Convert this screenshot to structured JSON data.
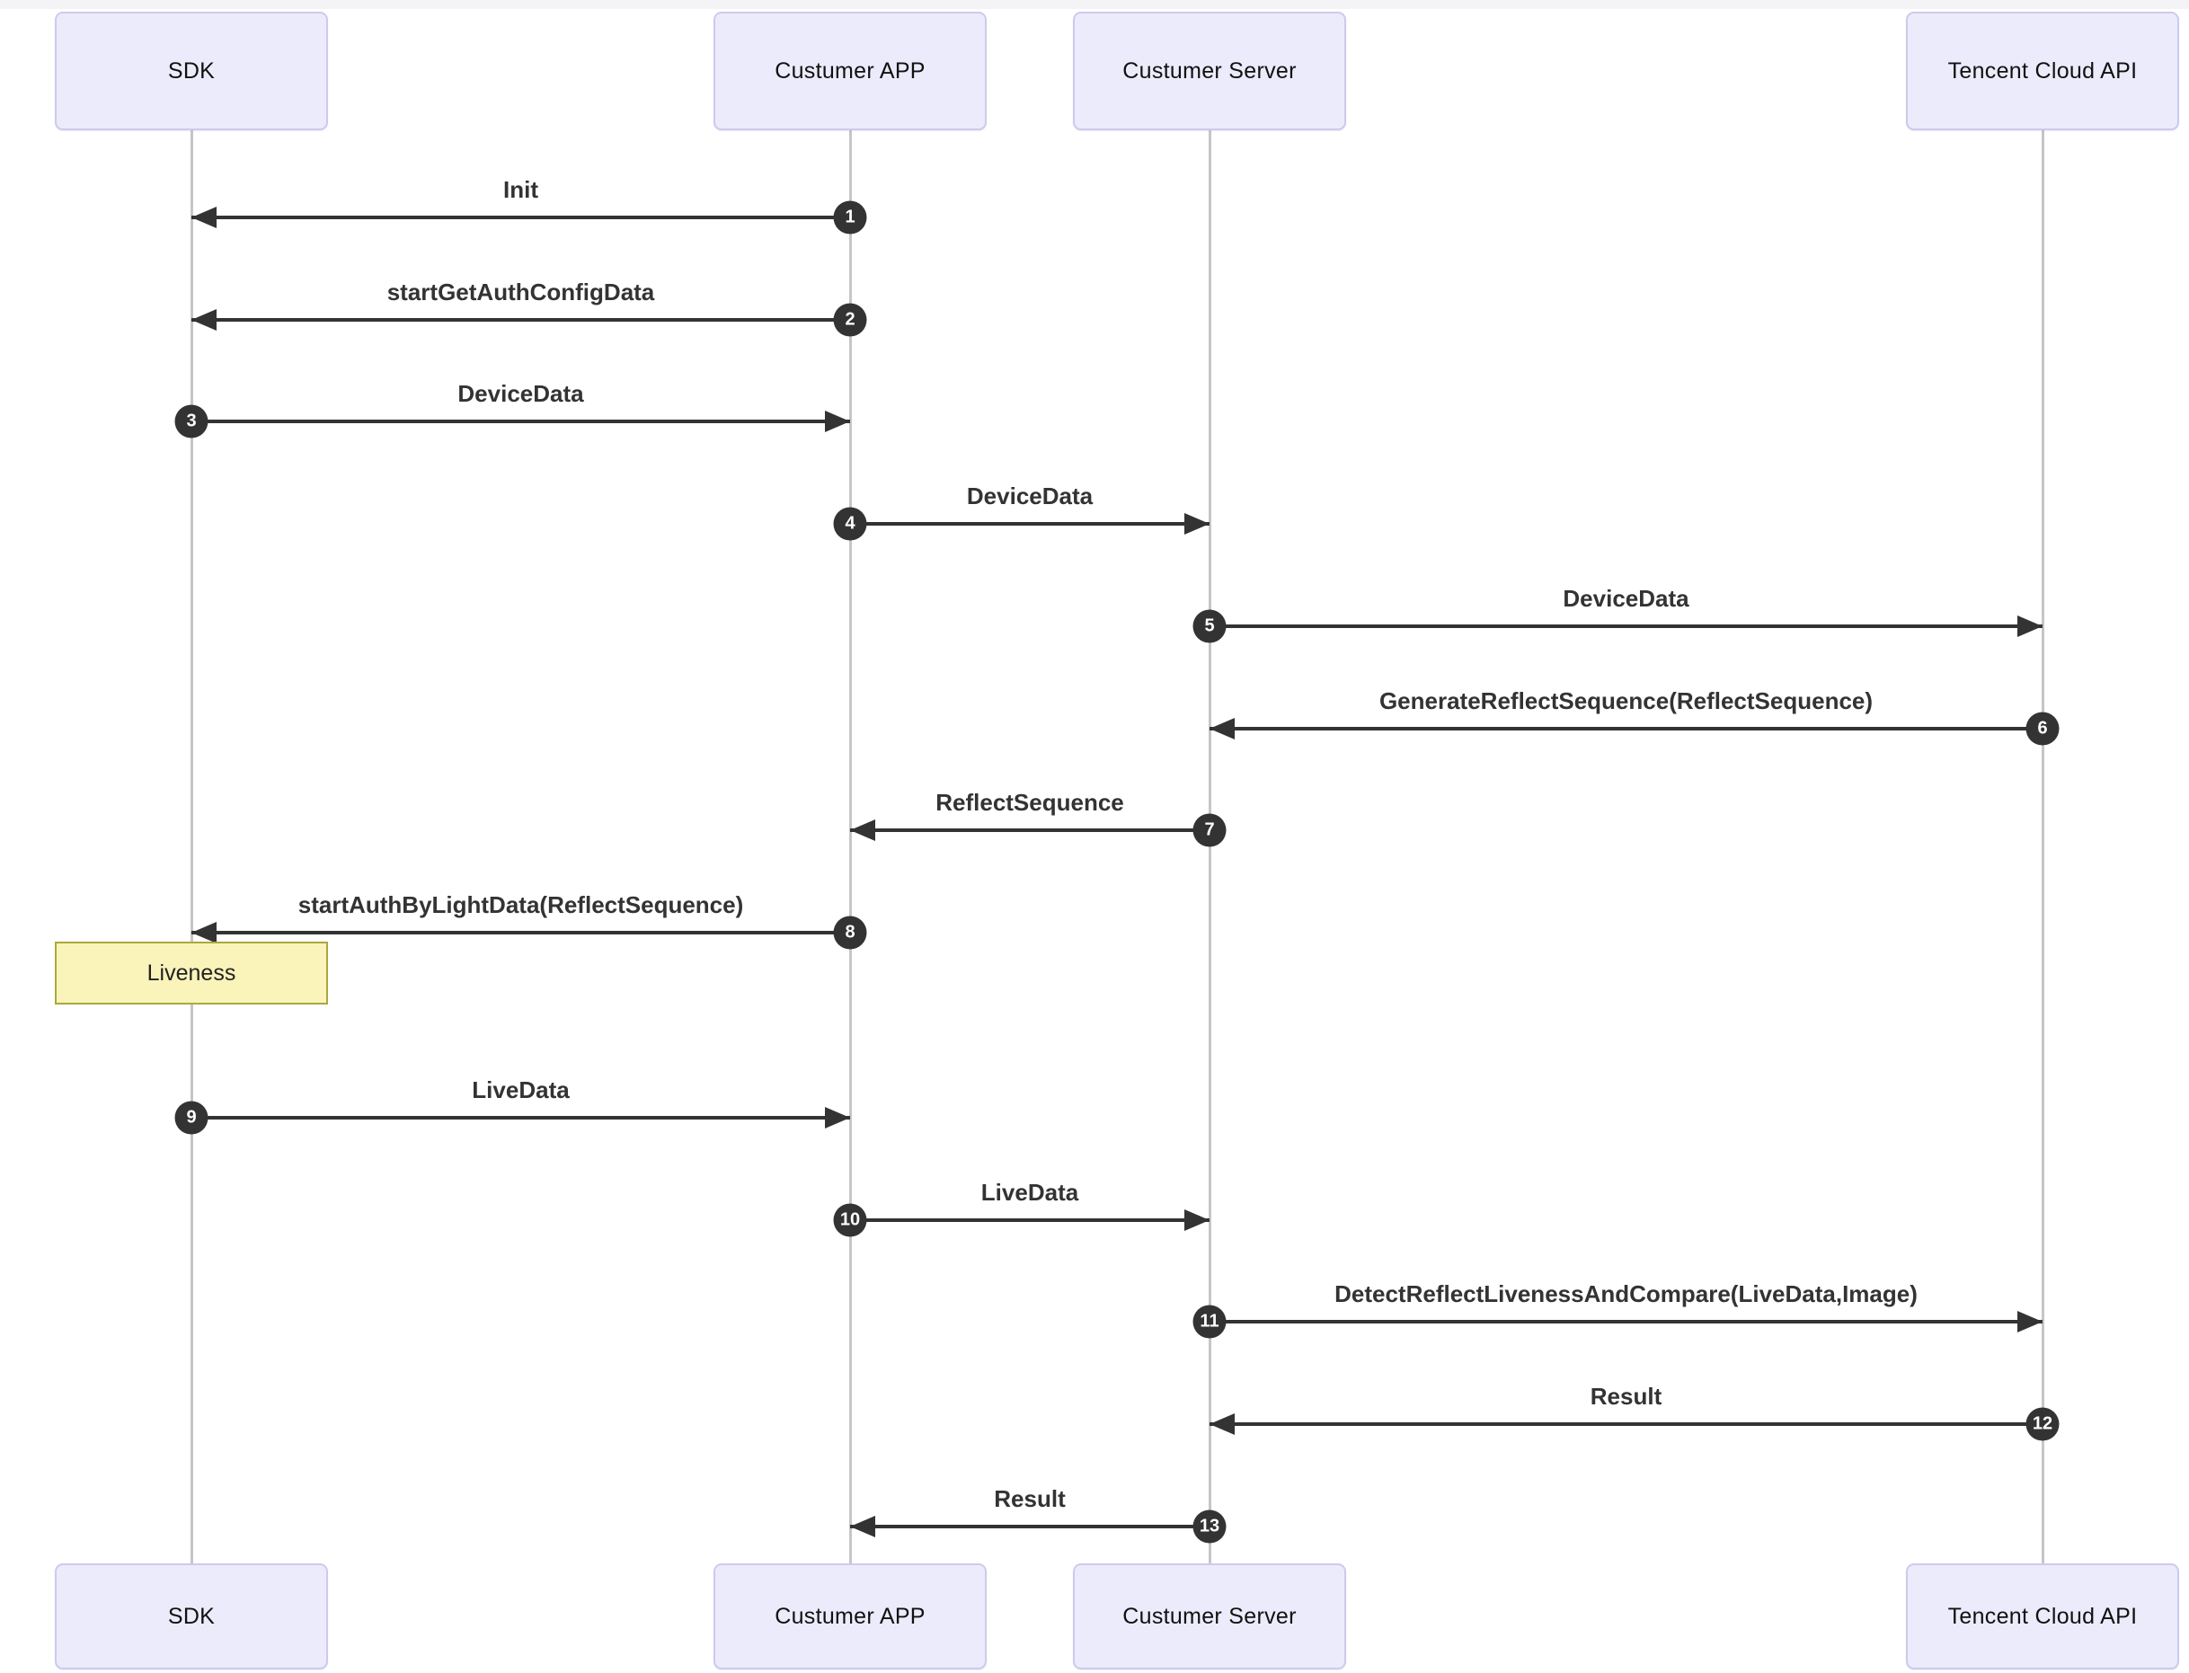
{
  "diagram": {
    "type": "sequence",
    "actors": [
      {
        "id": "sdk",
        "label": "SDK"
      },
      {
        "id": "app",
        "label": "Custumer APP"
      },
      {
        "id": "server",
        "label": "Custumer Server"
      },
      {
        "id": "api",
        "label": "Tencent Cloud API"
      }
    ],
    "messages": [
      {
        "num": "1",
        "from": "app",
        "to": "sdk",
        "label": "Init"
      },
      {
        "num": "2",
        "from": "app",
        "to": "sdk",
        "label": "startGetAuthConfigData"
      },
      {
        "num": "3",
        "from": "sdk",
        "to": "app",
        "label": "DeviceData"
      },
      {
        "num": "4",
        "from": "app",
        "to": "server",
        "label": "DeviceData"
      },
      {
        "num": "5",
        "from": "server",
        "to": "api",
        "label": "DeviceData"
      },
      {
        "num": "6",
        "from": "api",
        "to": "server",
        "label": "GenerateReflectSequence(ReflectSequence)"
      },
      {
        "num": "7",
        "from": "server",
        "to": "app",
        "label": "ReflectSequence"
      },
      {
        "num": "8",
        "from": "app",
        "to": "sdk",
        "label": "startAuthByLightData(ReflectSequence)"
      },
      {
        "num": "9",
        "from": "sdk",
        "to": "app",
        "label": "LiveData"
      },
      {
        "num": "10",
        "from": "app",
        "to": "server",
        "label": "LiveData"
      },
      {
        "num": "11",
        "from": "server",
        "to": "api",
        "label": "DetectReflectLivenessAndCompare(LiveData,Image)"
      },
      {
        "num": "12",
        "from": "api",
        "to": "server",
        "label": "Result"
      },
      {
        "num": "13",
        "from": "server",
        "to": "app",
        "label": "Result"
      }
    ],
    "note": {
      "over": "sdk",
      "label": "Liveness",
      "after_message": "8"
    },
    "colors": {
      "actor_fill": "#ECEBFB",
      "actor_border": "#CFC9EE",
      "note_fill": "#FAF3BA",
      "note_border": "#A9A93B",
      "message_line": "#333333",
      "lifeline": "#C6C6C6",
      "number_fill": "#333333",
      "number_text": "#FFFFFF",
      "text": "#333333"
    }
  }
}
